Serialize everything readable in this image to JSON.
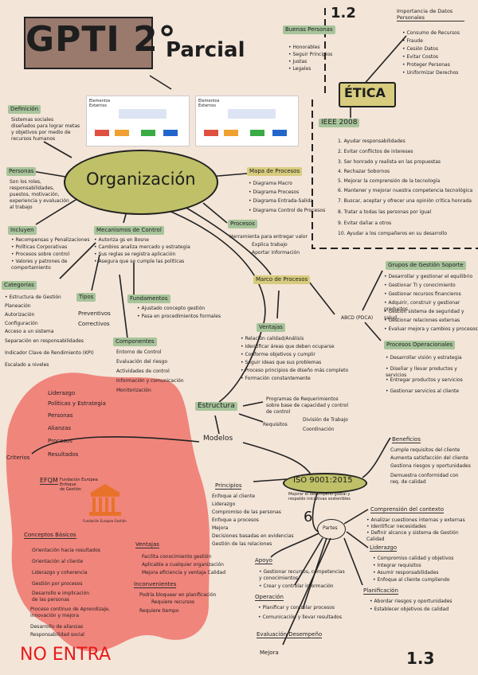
{
  "header": {
    "title": "GPTI 2°",
    "subtitle": "Parcial",
    "num_top": "1.2",
    "num_bottom": "1.3",
    "no_entra": "NO ENTRA"
  },
  "etica": {
    "title": "ÉTICA",
    "buenas_title": "Buenas Personas",
    "buenas_items": [
      "• Honorables",
      "• Seguir Principios",
      "• Justas",
      "• Legales"
    ],
    "importancia_title": "Importancia de Datos Personales",
    "importancia_items": [
      "• Consumo de Recursos",
      "• Fraude",
      "• Cesión Datos",
      "• Evitar Costos",
      "• Proteger Personas",
      "• Uniformizar Derechos"
    ],
    "ieee_title": "IEEE 2008",
    "ieee_items": [
      "1. Ayudar responsabilidades",
      "2. Evitar conflictos de intereses",
      "3. Ser honrado y realista en las propuestas",
      "4. Rechazar Sobornos",
      "5. Mejorar la comprensión de la tecnología",
      "6. Mantener y mejorar nuestra competencia tecnológica",
      "7. Buscar, aceptar y ofrecer una opinión crítica honrada",
      "8. Tratar a todas las personas por igual",
      "9. Evitar dañar a otros",
      "10. Ayudar a los compañeros en su desarrollo"
    ]
  },
  "slides": {
    "a_title": "Elementos\nExternos",
    "b_title": "Elementos\nExternos"
  },
  "org": {
    "title": "Organización",
    "definicion_title": "Definición",
    "definicion_text": "Sistemas sociales\ndiseñados para lograr metas\ny objetivos por medio de\nrecursos humanos",
    "personas_title": "Personas",
    "personas_text": "Son los roles,\nresponsabilidades,\npuestos, motivación,\nexperiencia y evaluación\nal trabajo",
    "incluyen_title": "Incluyen",
    "incluyen_items": [
      "• Recompensas y Penalizaciones",
      "• Políticas Corporativas",
      "• Procesos sobre control",
      "• Valores y patrones de\n  comportamiento"
    ],
    "mecanismos_title": "Mecanismos de Control",
    "mecanismos_items": [
      "• Autoriza gs en Bosne",
      "• Cambios analiza mercado y estrategia",
      "• Sus reglas se registra aplicación",
      "• Asegura que se cumple las políticas"
    ],
    "categorias_title": "Categorías",
    "categorias_items": [
      "• Estructura de Gestión",
      "Planeación",
      "Autorización",
      "Configuración",
      "Acceso a un sistema",
      "Separación en responsabilidades",
      "Indicador Clave de Rendimiento (KPI)",
      "Escalado a niveles"
    ],
    "tipos_title": "Tipos",
    "tipos_items": [
      "Preventivos",
      "Correctivos"
    ],
    "fundamentos_title": "Fundamentos",
    "fundamentos_items": [
      "• Ajustado concepto gestión",
      "• Pasa en procedimientos formales"
    ],
    "componentes_title": "Componentes",
    "componentes_items": [
      "Entorno de Control",
      "Evaluación del riesgo",
      "Actividades de control",
      "Información y comunicación",
      "Monitorización"
    ],
    "mapa_title": "Mapa de Procesos",
    "mapa_items": [
      "• Diagrama Macro",
      "• Diagrama Procesos",
      "• Diagrama Entrada-Salida",
      "• Diagrama Control de Procesos"
    ],
    "procesos_title": "Procesos",
    "procesos_items": [
      "Herramienta para entregar valor",
      "Explica trabajo",
      "Aportar información"
    ],
    "marco_title": "Marco de Procesos",
    "ventajas_title": "Ventajas",
    "ventajas_items": [
      "• Relación calidad/Análisis",
      "• Identificar áreas que deben ocuparse",
      "• Conforme objetivos y cumplir",
      "• Seguir ideas que sus problemas",
      "• Proceso principios de diseño más completo",
      "• Formación constantemente"
    ],
    "abcd": "ABCD (PDCA)",
    "grupos_title": "Grupos de Gestión Soporte",
    "grupos_items": [
      "• Desarrollar y gestionar el equilibrio",
      "• Gestionar TI y conocimiento",
      "• Gestionar recursos financieros",
      "• Adquirir, construir y gestionar productos",
      "• Gestión sistema de seguridad y salud",
      "• Gestionar relaciones externas",
      "• Evaluar mejora y cambios y procesos"
    ],
    "operacionales_title": "Procesos Operacionales",
    "operacionales_items": [
      "• Desarrollar visión y estrategia",
      "• Diseñar y llevar productos y servicios",
      "• Entregar productos y servicios",
      "• Gestionar servicios al cliente"
    ],
    "estructura_title": "Estructura",
    "estructura_a": "Programas de Requerimientos\nsobre base de capacidad y control\nde control",
    "requisitos_title": "Requisitos",
    "requisitos_items": [
      "División de Trabajo",
      "Coordinación"
    ],
    "modelos_title": "Modelos"
  },
  "iso": {
    "title": "ISO 9001:2015",
    "subtitle": "Mejorar el desempeño global y\nrespaldo iniciativas sostenibles",
    "principios_title": "Principios",
    "principios_items": [
      "Enfoque al cliente",
      "Liderazgo",
      "Compromiso de las personas",
      "Enfoque a procesos",
      "Mejora",
      "Decisiones basadas en evidencias",
      "Gestión de las relaciones"
    ],
    "beneficios_title": "Beneficios",
    "beneficios_items": [
      "Cumple requisitos del cliente",
      "Aumenta satisfacción del cliente",
      "Gestiona riesgos y oportunidades",
      "Demuestra conformidad con\nreq. de calidad"
    ],
    "partes_label": "Partes",
    "partes_number": "6",
    "comprension_title": "Comprensión del contexto",
    "comprension_items": [
      "• Analizar cuestiones internas y externas",
      "• Identificar necesidades",
      "• Definir alcance y sistema de Gestión Calidad"
    ],
    "liderazgo_title": "Liderazgo",
    "liderazgo_items": [
      "• Compromiso calidad y objetivos",
      "• Integrar requisitos",
      "• Asumir responsabilidades",
      "• Enfoque al cliente cumpliendo"
    ],
    "planificacion_title": "Planificación",
    "planificacion_items": [
      "• Abordar riesgos y oportunidades",
      "• Establecer objetivos de calidad"
    ],
    "apoyo_title": "Apoyo",
    "apoyo_items": [
      "• Gestionar recursos, competencias\n  y conocimientos",
      "• Crear y controlar información"
    ],
    "operacion_title": "Operación",
    "operacion_items": [
      "• Planificar y controlar procesos",
      "• Comunicación y llevar resultados"
    ],
    "evaluacion_title": "Evaluación Desempeño",
    "mejora_title": "Mejora"
  },
  "excluded": {
    "items": [
      "Liderazgo",
      "Políticas y Estrategia",
      "Personas",
      "Alianzas",
      "Procesos",
      "Resultados"
    ],
    "criterios_label": "Criterios",
    "efqm_title": "EFQM",
    "efqm_sub": "Fundación Europea\nEnfoque\nde Gestión",
    "conceptos_title": "Conceptos Básicos",
    "conceptos_items": [
      "Orientación hacia resultados",
      "Orientación al cliente",
      "Liderazgo y coherencia",
      "Gestión por procesos",
      "Desarrollo e implicación\nde las personas",
      "Proceso continuo de Aprendizaje,\ninnovación y mejora",
      "Desarrollo de alianzas",
      "Responsabilidad social"
    ],
    "ventajas_title": "Ventajas",
    "ventajas_items": [
      "Facilita conocimiento gestión",
      "Aplicable a cualquier organización",
      "Mejora eficiencia y ventaja Calidad"
    ],
    "inconvenientes_title": "Inconvenientes",
    "inconvenientes_items": [
      "Podría bloquear en planificación",
      "Requiere recursos",
      "Requiere tiempo"
    ],
    "building_caption": "Fundación Europea Gestión"
  },
  "colors": {
    "background": "#f3e5d8",
    "title_box": "#9a7a6d",
    "green_highlight": "#a8c49b",
    "yellow_highlight": "#d8cc7e",
    "olive_ellipse": "#bfc068",
    "red_blob": "#f07a72",
    "no_entra": "#e81a1a",
    "orange_building": "#e8722a"
  }
}
